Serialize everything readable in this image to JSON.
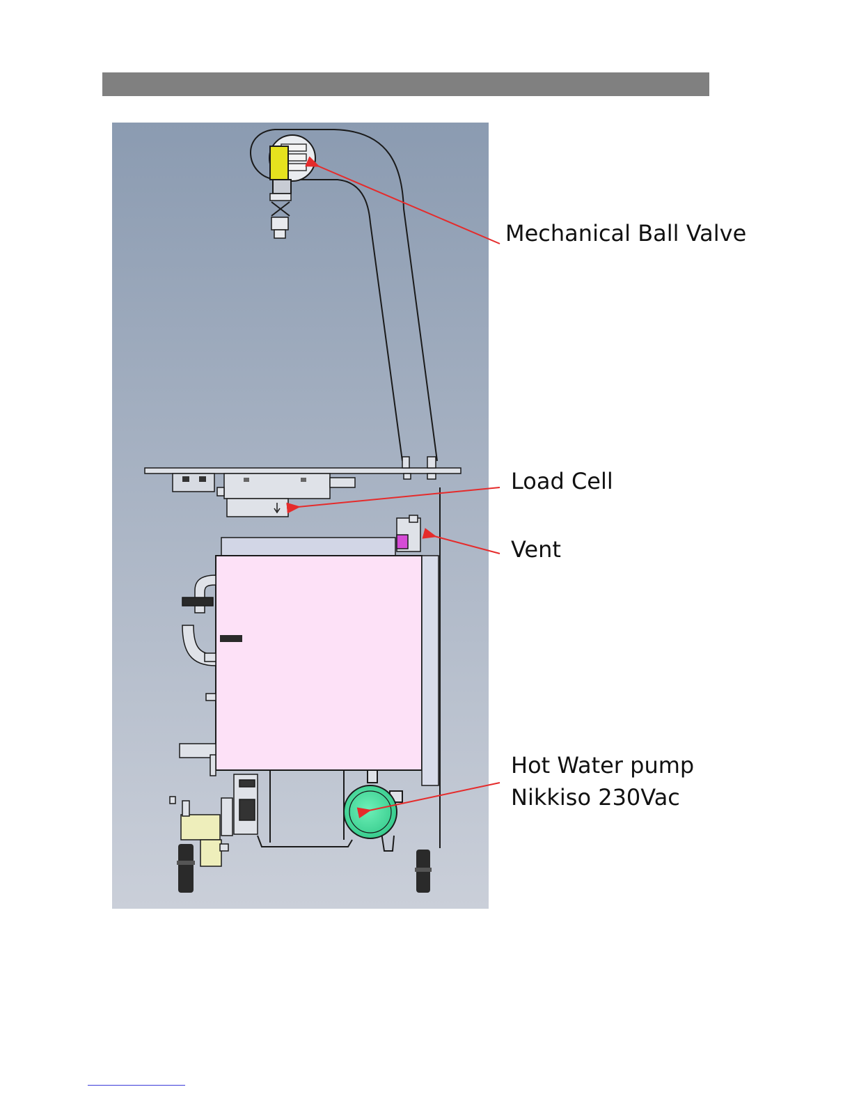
{
  "labels": {
    "ball_valve": "Mechanical Ball Valve",
    "load_cell": "Load Cell",
    "vent": "Vent",
    "pump_line1": "Hot Water pump",
    "pump_line2": "Nikkiso 230Vac"
  },
  "colors": {
    "header_bar": "#808080",
    "panel_top": "#8a9ab0",
    "panel_bottom": "#c9cdd9",
    "tank": "#fde1f7",
    "valve_yellow": "#e6e21e",
    "vent_magenta": "#d54bd6",
    "pump_green": "#4fe0a0",
    "inlet_valve": "#eeeebb",
    "arrow": "#e52b2b",
    "footer_rule": "#3a3ad8"
  }
}
